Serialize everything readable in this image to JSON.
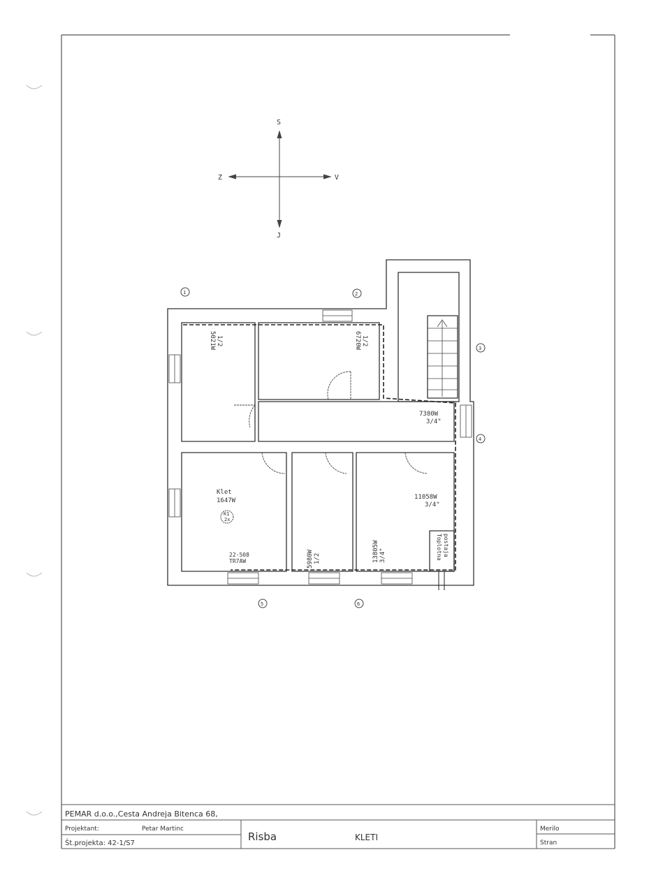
{
  "compass": {
    "north": "S",
    "south": "J",
    "west": "Z",
    "east": "V"
  },
  "axes": [
    "1",
    "2",
    "3",
    "4",
    "5",
    "6"
  ],
  "rooms": {
    "r1": {
      "line1": "5021W",
      "line2": "1/2"
    },
    "r2": {
      "line1": "6720W",
      "line2": "1/2"
    },
    "corridor": {
      "line1": "7380W",
      "line2": "3/4\""
    },
    "right": {
      "line1": "11058W",
      "line2": "3/4\""
    },
    "right_pipe": {
      "line1": "13805W",
      "line2": "3/4\""
    },
    "middle": {
      "line1": "5980W",
      "line2": "1/2"
    },
    "klet": {
      "name": "Klet",
      "power": "1647W",
      "tag1": "K1",
      "tag2": "2x",
      "unit1": "22-508",
      "unit2": "TR7AW"
    },
    "boiler": {
      "line1": "Toplotna",
      "line2": "postaja"
    }
  },
  "title_block": {
    "company": "PEMAR d.o.o.,Cesta Andreja Bitenca 68,",
    "designer_label": "Projektant:",
    "designer": "Petar Martinc",
    "project_no": "Št.projekta: 42-1/S7",
    "drawing_label": "Risba",
    "drawing_title": "KLETI",
    "scale_label": "Merilo",
    "page_label": "Stran"
  }
}
